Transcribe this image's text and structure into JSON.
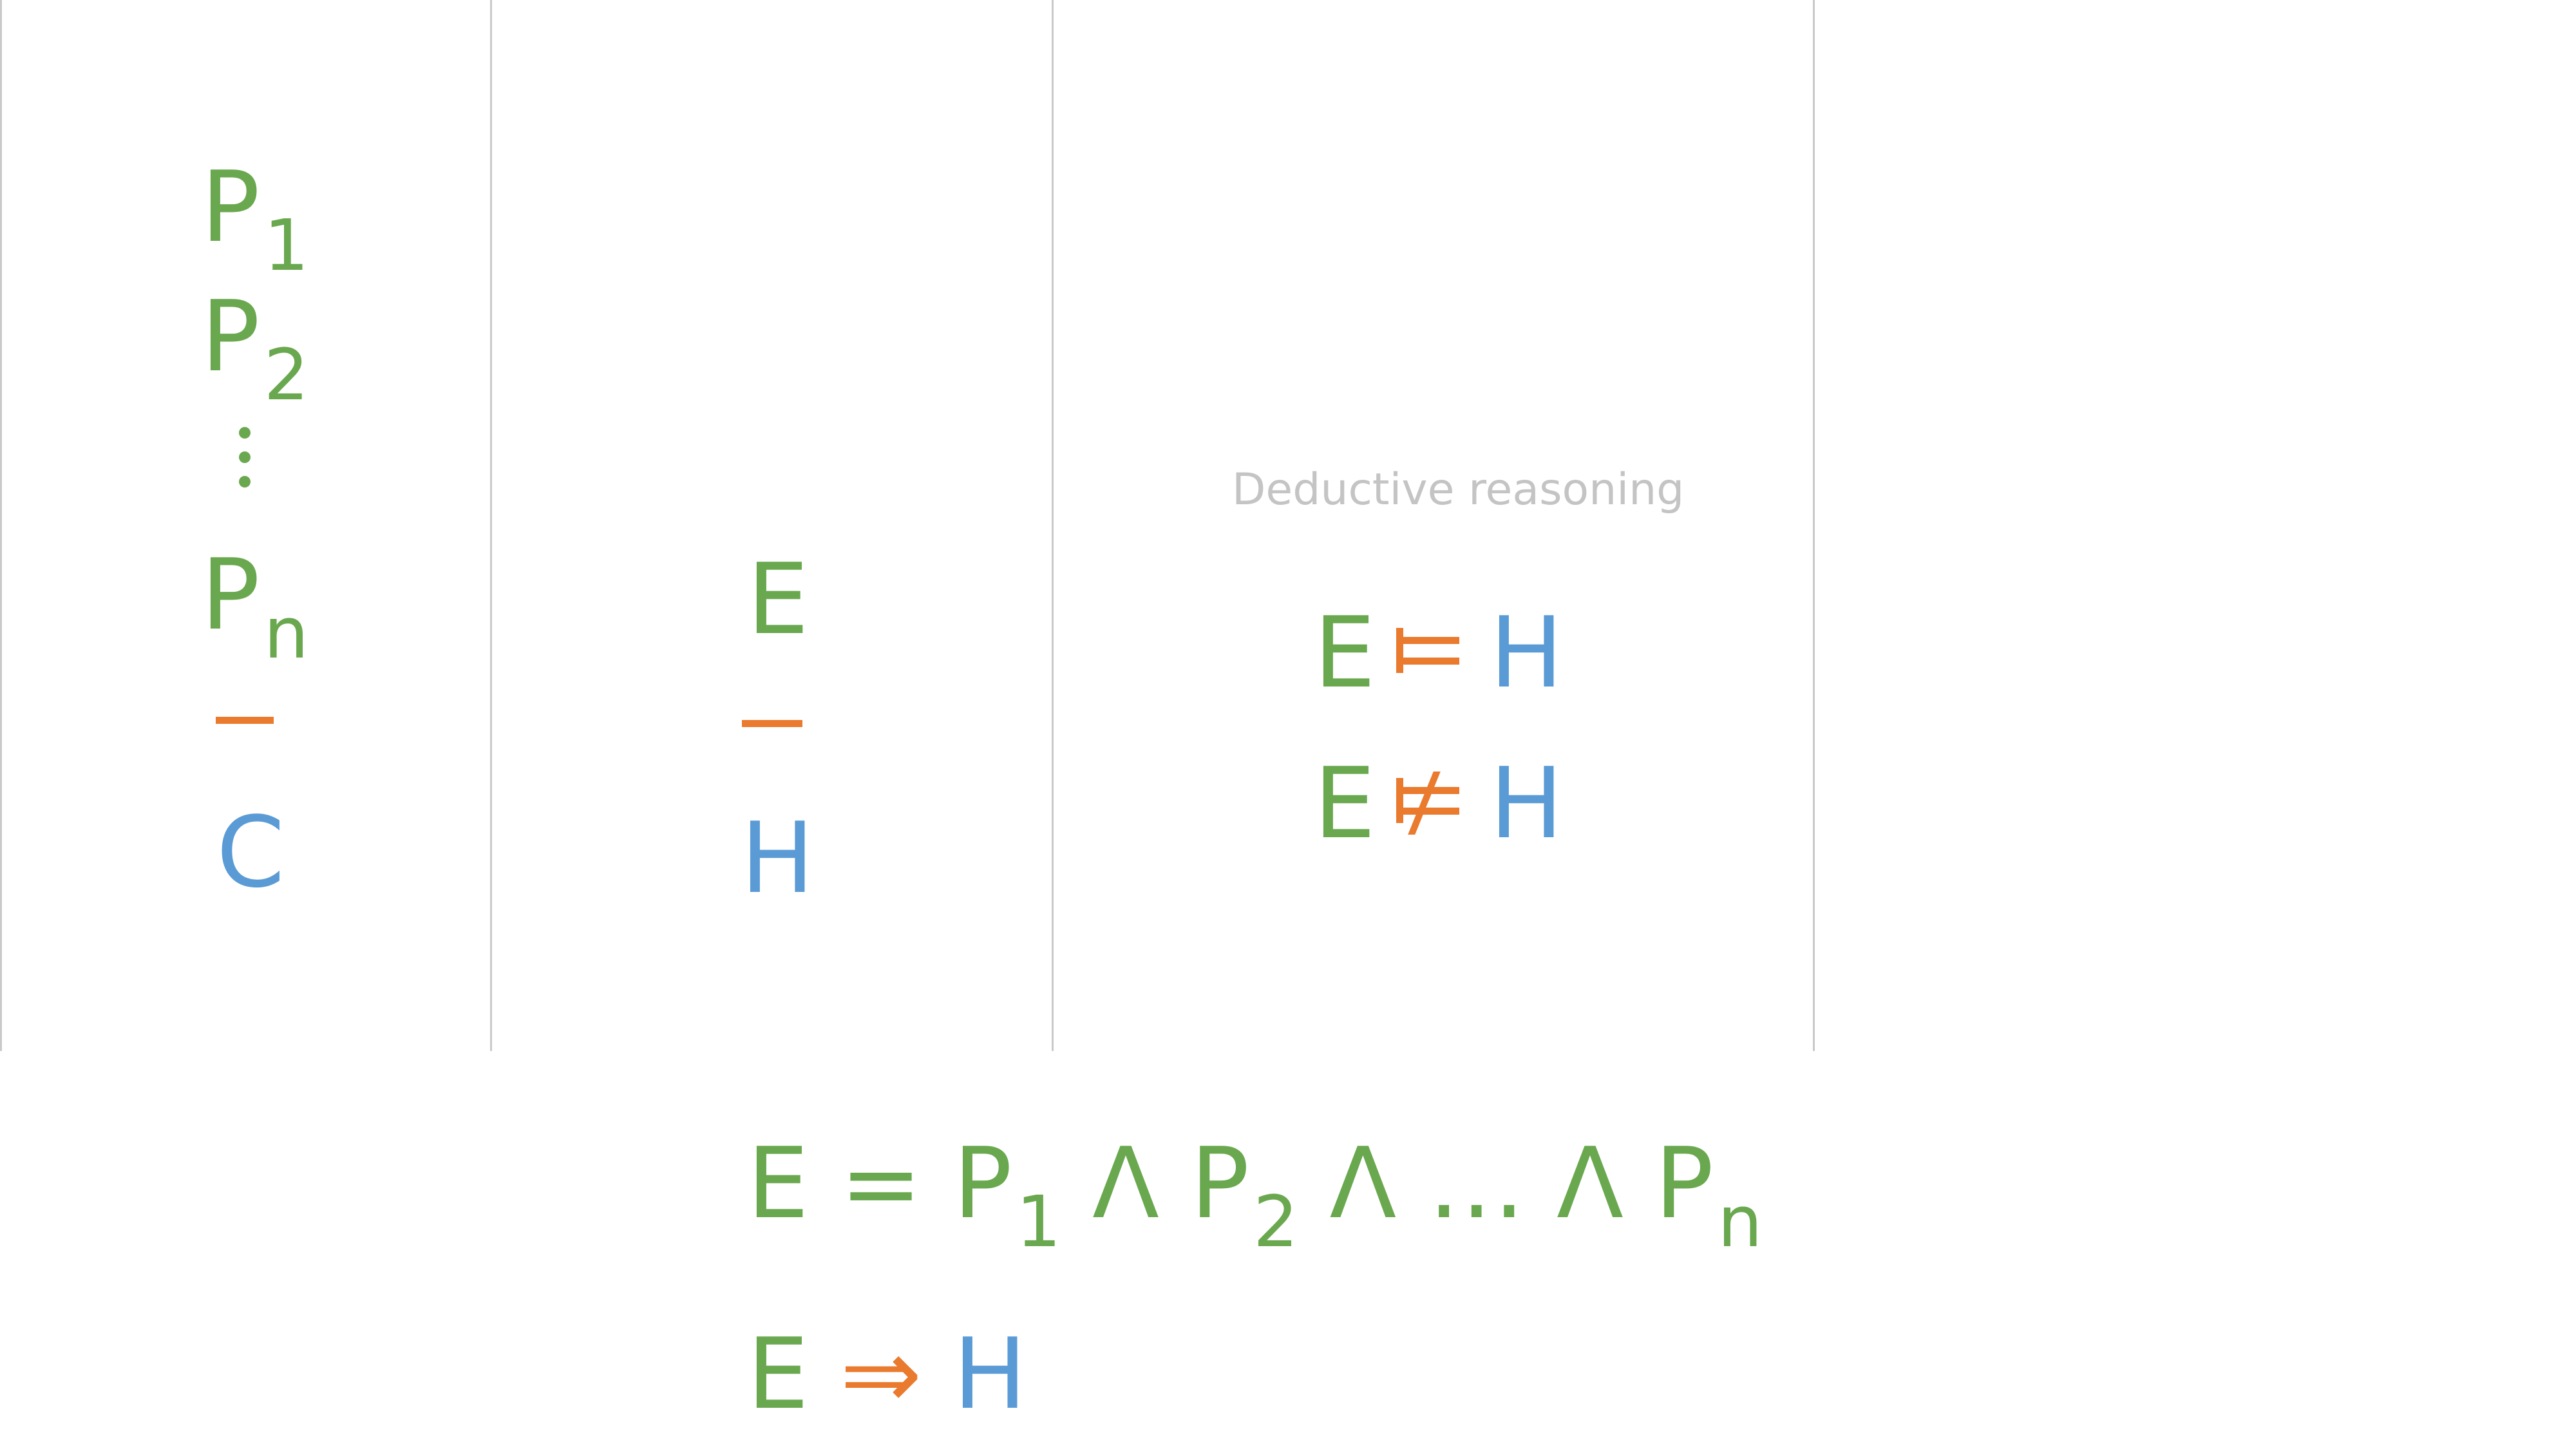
{
  "col1": {
    "p1": "P",
    "p1_sub": "1",
    "p2": "P",
    "p2_sub": "2",
    "pn": "P",
    "pn_sub": "n",
    "conclusion": "C"
  },
  "col2": {
    "top": "E",
    "bottom": "H"
  },
  "col3": {
    "caption": "Deductive reasoning",
    "row1_left": "E",
    "row1_right": "H",
    "row2_left": "E",
    "row2_right": "H"
  },
  "bottom": {
    "eq_lhs": "E",
    "eq_sign": "=",
    "p1": "P",
    "p1_sub": "1",
    "and1": "Λ",
    "p2": "P",
    "p2_sub": "2",
    "and2": "Λ",
    "ellipsis": "…",
    "and3": "Λ",
    "pn": "P",
    "pn_sub": "n",
    "impl_lhs": "E",
    "impl_arrow": "⇒",
    "impl_rhs": "H"
  },
  "colors": {
    "premise": "#6aa84f",
    "operator": "#e97a2e",
    "conclusion": "#5b9bd5",
    "caption": "#c4c4c4",
    "divider": "#c9c9c9"
  }
}
